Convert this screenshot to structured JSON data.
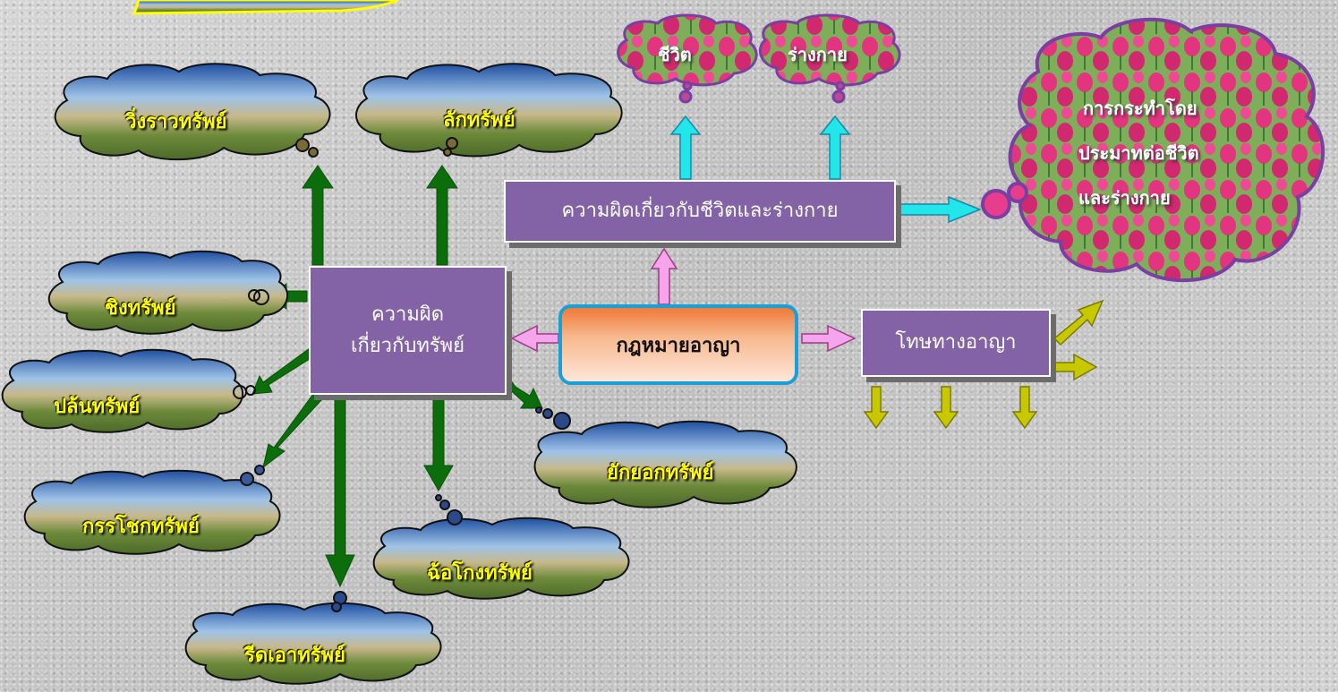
{
  "center": "กฎหมายอาญา",
  "property_box": {
    "line1": "ความผิด",
    "line2": "เกี่ยวกับทรัพย์"
  },
  "life_box": "ความผิดเกี่ยวกับชีวิตและร่างกาย",
  "penalty_box": "โทษทางอาญา",
  "property_offenses": {
    "theft": "ลักทรัพย์",
    "snatch": "วิ่งราวทรัพย์",
    "robbery": "ชิงทรัพย์",
    "gang_robbery": "ปล้นทรัพย์",
    "misappropriation": "ยักยอกทรัพย์",
    "fraud": "ฉ้อโกงทรัพย์",
    "extortion": "รีดเอาทรัพย์",
    "receiving_stolen": "กรรโชกทรัพย์"
  },
  "life_targets": {
    "life": "ชีวิต",
    "body": "ร่างกาย"
  },
  "negligence": {
    "line1": "การกระทำโดย",
    "line2": "ประมาทต่อชีวิต",
    "line3": "และร่างกาย"
  },
  "colors": {
    "box_fill": "#8363a5",
    "green_arrow": "#0b6e0b",
    "cyan_arrow": "#22e6ea",
    "pink_arrow": "#f6a4ec",
    "yellow_arrow": "#c8c800",
    "label_yellow": "#ffff00",
    "center_border": "#1aa0d6"
  }
}
